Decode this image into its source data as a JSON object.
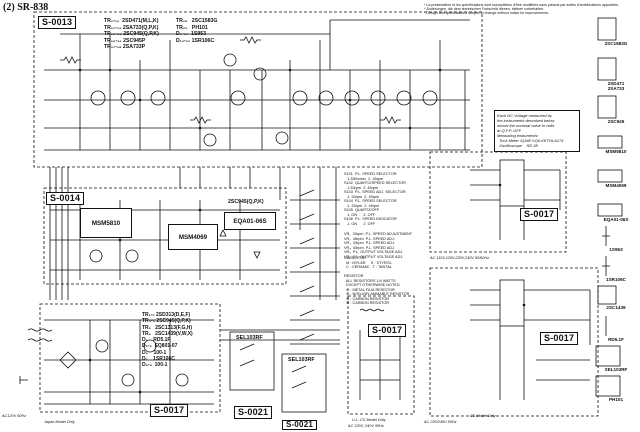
{
  "page": {
    "number": "2",
    "model": "SR-838"
  },
  "notice": {
    "lines": [
      "* La présentation et les spécifications sont susceptibles d'être modifiées sans préavis par suites d'améliorations apportées.",
      "* Änderungen, die dem technischen Fortschritt dienen, bleiben vorbehalten.",
      "* Design and specifications subject to change without notice for improvements."
    ]
  },
  "boards": {
    "s0013": "S-0013",
    "s0014": "S-0014",
    "s0017a": "S-0017",
    "s0017b": "S-0017",
    "s0017c": "S-0017",
    "s0017d": "S-0017",
    "s0021a": "S-0021",
    "s0021b": "S-0021"
  },
  "transistor_list_top": {
    "col1": "TR₁-₁₀  2SD471(M,L,K)\nTR₁₁-₁₂ 2SA733(Q,P,K)\nTR₁₃-₁₄ 2SC945(Q,P,K)\nTR₁₅-₁₆ 2SC945P\nTR₁₇-₁₈ 2SA733P",
    "col2": "TR₁₉   2SC1583G\nTR₂₀   PH101\nD₁-₁₀  1S953\nD₁₁-₁₂ 1SR106C"
  },
  "ics": {
    "msm5810": "MSM5810",
    "msm4069": "MSM4069",
    "eqa01": "EQA01-06S",
    "ic_transistor": "2SC945(Q,P,K)"
  },
  "selector_list": {
    "text": "S101  P.L. SPEED SELECTOR\n   1.33Hz/sec  2. 45rpm\nS102  QUARTZ/SPEED SELECTOR\n   1.33rpm  2. 45rpm\nS103  P.L. SPEED ADJ. SELECTOR\n   1. 33rpm  2. 45rpm\nS104  P.L. SPEED SELECTOR\n   1. 33rpm  2. 45rpm\nS105  QUARTZ/OFF\n   1. ON      2. OFF\nS106  P.L. SPEED INDICATOR\n   1. ON      2. OFF",
    "vr": "VR₁  33rpm  P.L. SPEED ADJUSTMENT\nVR₂  45rpm  P.L. SPEED ADJ.\nVR₃  33rpm  P.L. SPEED ADJ.\nVR₄  45rpm  P.L. SPEED ADJ.\nVR₅  P.L. OUTPUT VOLTAGE ADJ.\nVR₆  P.L. OUTPUT VOLTAGE ADJ."
  },
  "legend": {
    "text": "CAPACITOR\n  M : MYLAR     S : STYROL\n  C : CERAMIC   T : TANTAL\n\nRESISTOR\n  ALL RESISTORS 1/4 WATTS\n  EXCEPT OTHERWISE NOTED\n  ⊕ : METAL FILM RESISTOR\n  ⊕ : NON-INFLAMMABLE RESISTOR\n  ⊕ : CARBON RESISTOR\n  ⊕ : CARBON RESISTOR"
  },
  "measure_note": {
    "text": "Each DC Voltage measured by\nthe instruments described below\nshows the nominal value in volts\nat Q.F.P. OFF.\nMeasuring instruments:\n  Tock Meter S(16K+U)6-KETHLA174\n  Oscilloscope    SR-38"
  },
  "transistor_list_bottom": {
    "text": "TR₁-₂ 2SD313(D,E,F)\nTR₃-₄ 2SC945(Q,P,K)\nTR₅   2SC1313(F,G,H)\nTR₆   2SC1439(V,W,X)\nD₁    RD5.1F\nD₂-₅  EQ801-07\nD₆    100-1\nD₇    1SR106C\nD₈-₉  100-1"
  },
  "switches": {
    "sel_a": "SEL103RF",
    "sel_b": "SEL103RF"
  },
  "power_notes": {
    "bottom_left": "AC120V 60Hz",
    "bottom_left2": "Japan Model Only",
    "mid_bottom": "U.L. CS Model Only",
    "mid_bottom2": "AC 220V, 240V 50Hz",
    "right_bottom": "AC 220/240V 50Hz",
    "right_bottom2": "CS Model Only",
    "right_top": "AC 110V,120V,220V,240V 50/60Hz"
  },
  "right_parts": {
    "items": [
      "2SC1583G",
      "2SD471\n2SA733",
      "2SC945",
      "MSM5810",
      "MSM4069",
      "EQA01-06S",
      "1S953",
      "1SR106C",
      "2SC1439",
      "RD5.1F",
      "SEL103RF",
      "PH101"
    ]
  },
  "colors": {
    "ink": "#111111",
    "paper": "#ffffff"
  }
}
